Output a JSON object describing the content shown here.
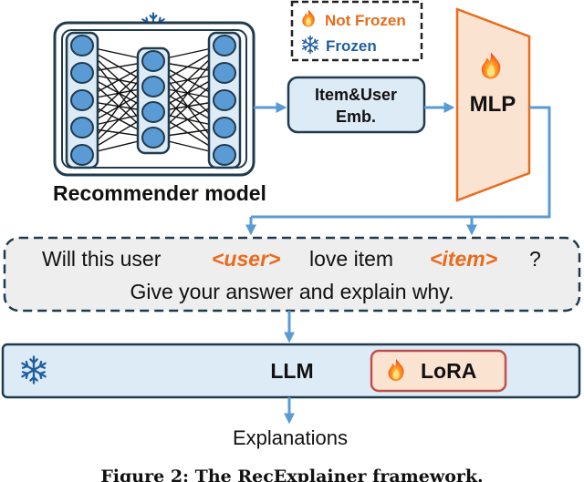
{
  "legend": {
    "not_frozen_label": "Not Frozen",
    "frozen_label": "Frozen",
    "not_frozen_icon": "fire-icon",
    "frozen_icon": "snowflake-icon"
  },
  "recommender": {
    "label": "Recommender model",
    "icon": "snowflake-icon"
  },
  "embedding": {
    "line1": "Item&User",
    "line2": "Emb."
  },
  "mlp": {
    "label": "MLP",
    "icon": "fire-icon"
  },
  "prompt": {
    "part1": "Will this user",
    "user_token": "<user>",
    "part2": "love item",
    "item_token": "<item>",
    "part3": "?",
    "line2": "Give your answer and explain why."
  },
  "llm": {
    "label": "LLM",
    "icon": "snowflake-icon",
    "lora_label": "LoRA",
    "lora_icon": "fire-icon"
  },
  "output": {
    "label": "Explanations"
  },
  "caption": "Figure 2: The RecExplainer framework.",
  "colors": {
    "blue": "#5b9bd5",
    "dark": "#1f3b4d",
    "light_blue_fill": "#ddebf7",
    "orange": "#e96b1c",
    "orange_fill": "#fbe3d2",
    "gray_fill": "#eeeeee"
  }
}
